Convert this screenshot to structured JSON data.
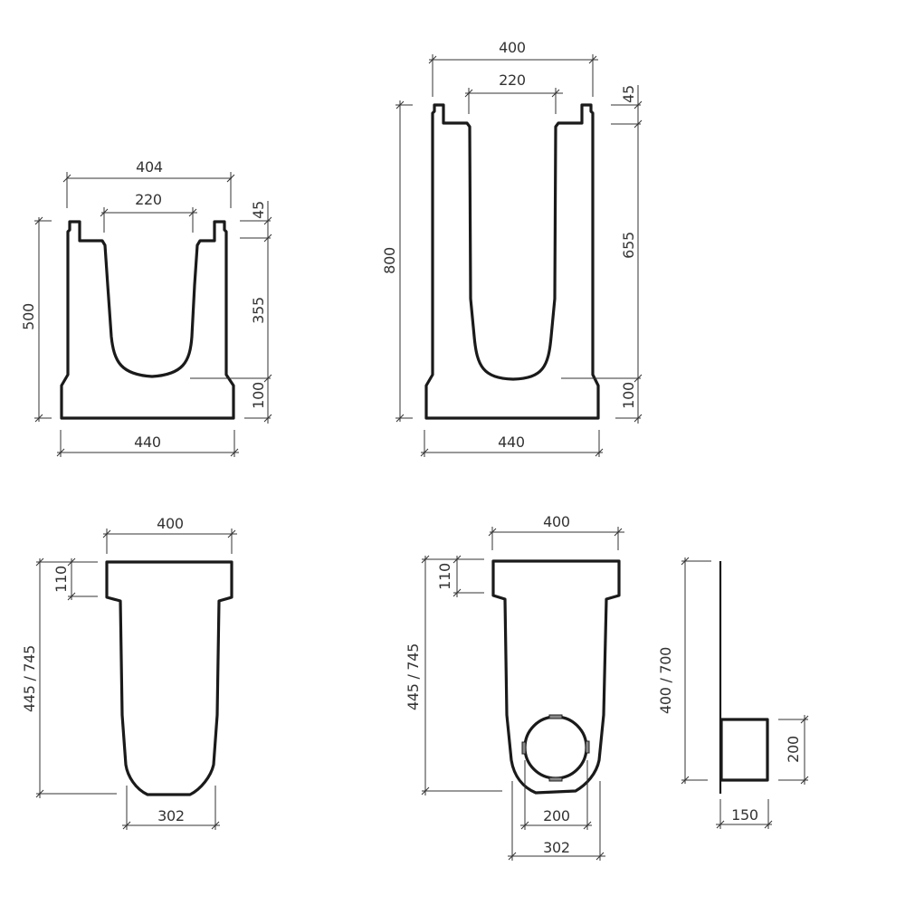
{
  "drawing": {
    "line_color": "#1a1a1a",
    "dim_color": "#333333",
    "background": "#ffffff",
    "unit": "mm"
  },
  "views": {
    "channel_500": {
      "label": "channel-profile-500",
      "dims": {
        "top_outer_width": "404",
        "top_inner_width": "220",
        "rebate_height": "45",
        "inner_depth": "355",
        "base_height": "100",
        "total_height": "500",
        "base_width": "440"
      }
    },
    "channel_800": {
      "label": "channel-profile-800",
      "dims": {
        "top_outer_width": "400",
        "top_inner_width": "220",
        "rebate_height": "45",
        "inner_depth": "655",
        "base_height": "100",
        "total_height": "800",
        "base_width": "440"
      }
    },
    "gully": {
      "label": "gully-profile",
      "dims": {
        "top_width": "400",
        "collar_height": "110",
        "total_height": "445 / 745",
        "bottom_width": "302"
      }
    },
    "gully_outlet": {
      "label": "gully-with-outlet-profile",
      "dims": {
        "top_width": "400",
        "collar_height": "110",
        "total_height": "445 / 745",
        "outlet_diameter": "200",
        "bottom_width": "302"
      }
    },
    "gully_side": {
      "label": "gully-side-view",
      "dims": {
        "total_height": "400 / 700",
        "outlet_height": "200",
        "outlet_length": "150"
      }
    }
  }
}
